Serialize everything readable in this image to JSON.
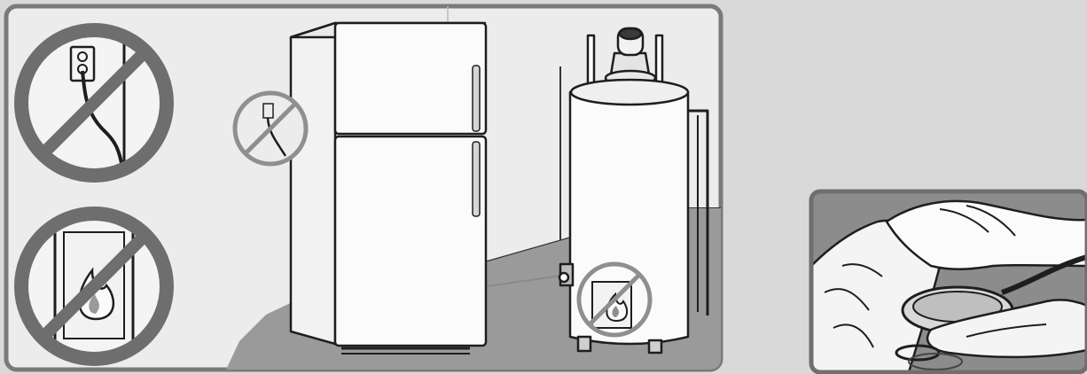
{
  "colors": {
    "page_background": "#d9d9d9",
    "panel_border": "#7a7a7a",
    "panel_background": "#ececec",
    "floor": "#9a9a9a",
    "wall": "#dcdcdc",
    "appliance_fill": "#fbfbfb",
    "outline": "#1e1e1e",
    "prohibition_outer": "#6e6e6e",
    "prohibition_inner": "#8f8f8f",
    "right_panel_background": "#8c8c8c"
  },
  "icons": [
    "no-plug-prohibition-icon",
    "no-flame-prohibition-icon",
    "small-no-plug-prohibition-icon",
    "small-no-flame-prohibition-icon",
    "refrigerator-illustration",
    "water-heater-illustration",
    "hand-with-cloth-and-pan-illustration"
  ]
}
